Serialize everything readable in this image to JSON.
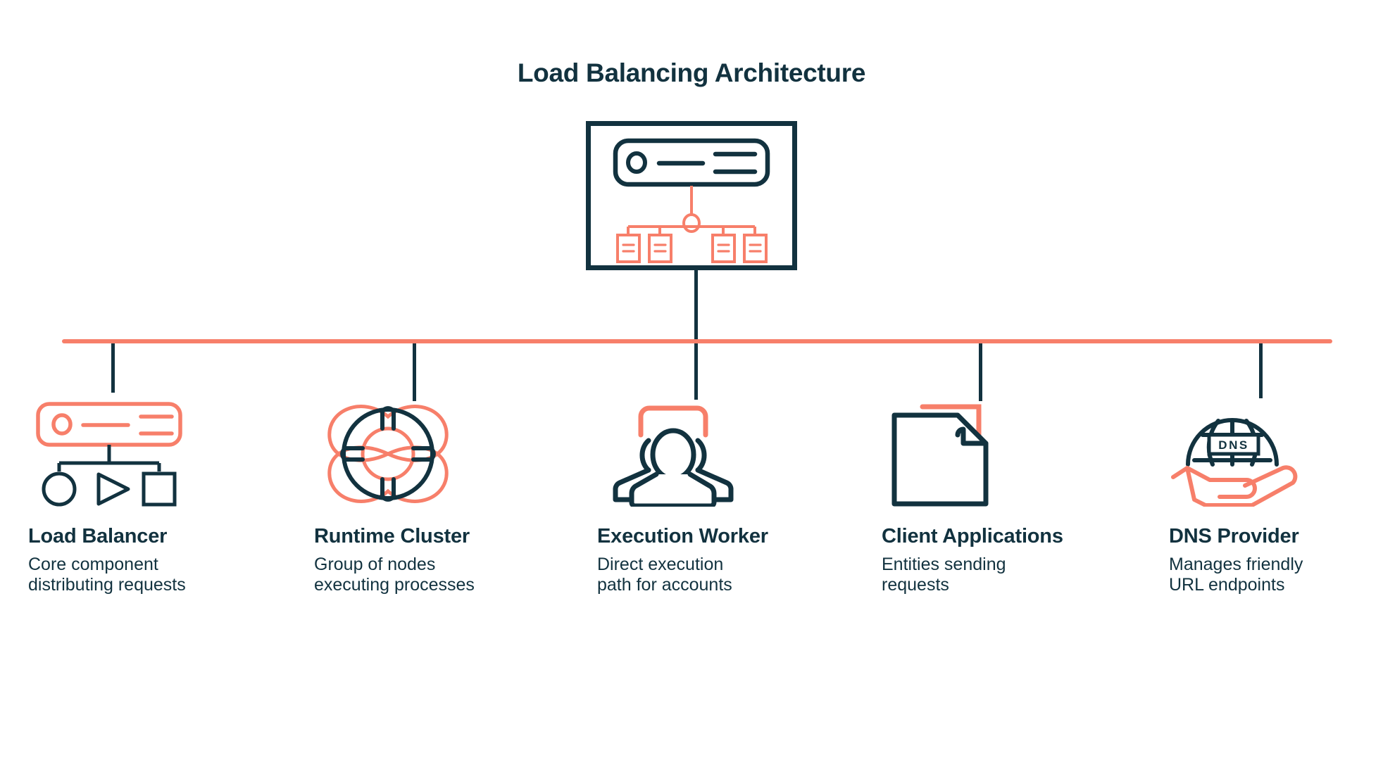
{
  "page": {
    "title": "Load Balancing Architecture",
    "background": "#ffffff"
  },
  "colors": {
    "navy": "#12323f",
    "coral": "#f77f6a"
  },
  "hero": {
    "icon_name": "load-balancer-distribution-diagram-icon",
    "node_count": 4
  },
  "connector": {
    "bus_color": "#f77f6a",
    "stem_color": "#12323f"
  },
  "items": [
    {
      "id": "load-balancer",
      "icon": "load-balancer-icon",
      "name": "Load Balancer",
      "desc": "Core component\ndistributing requests"
    },
    {
      "id": "runtime-cluster",
      "icon": "lifebuoy-cluster-icon",
      "name": "Runtime Cluster",
      "desc": "Group of nodes\nexecuting processes"
    },
    {
      "id": "execution-worker",
      "icon": "users-group-icon",
      "name": "Execution Worker",
      "desc": "Direct execution\npath for accounts"
    },
    {
      "id": "client-applications",
      "icon": "document-page-icon",
      "name": "Client Applications",
      "desc": "Entities sending\nrequests"
    },
    {
      "id": "dns-provider",
      "icon": "globe-dns-hand-icon",
      "name": "DNS Provider",
      "desc": "Manages friendly\nURL endpoints",
      "globe_label": "DNS"
    }
  ]
}
